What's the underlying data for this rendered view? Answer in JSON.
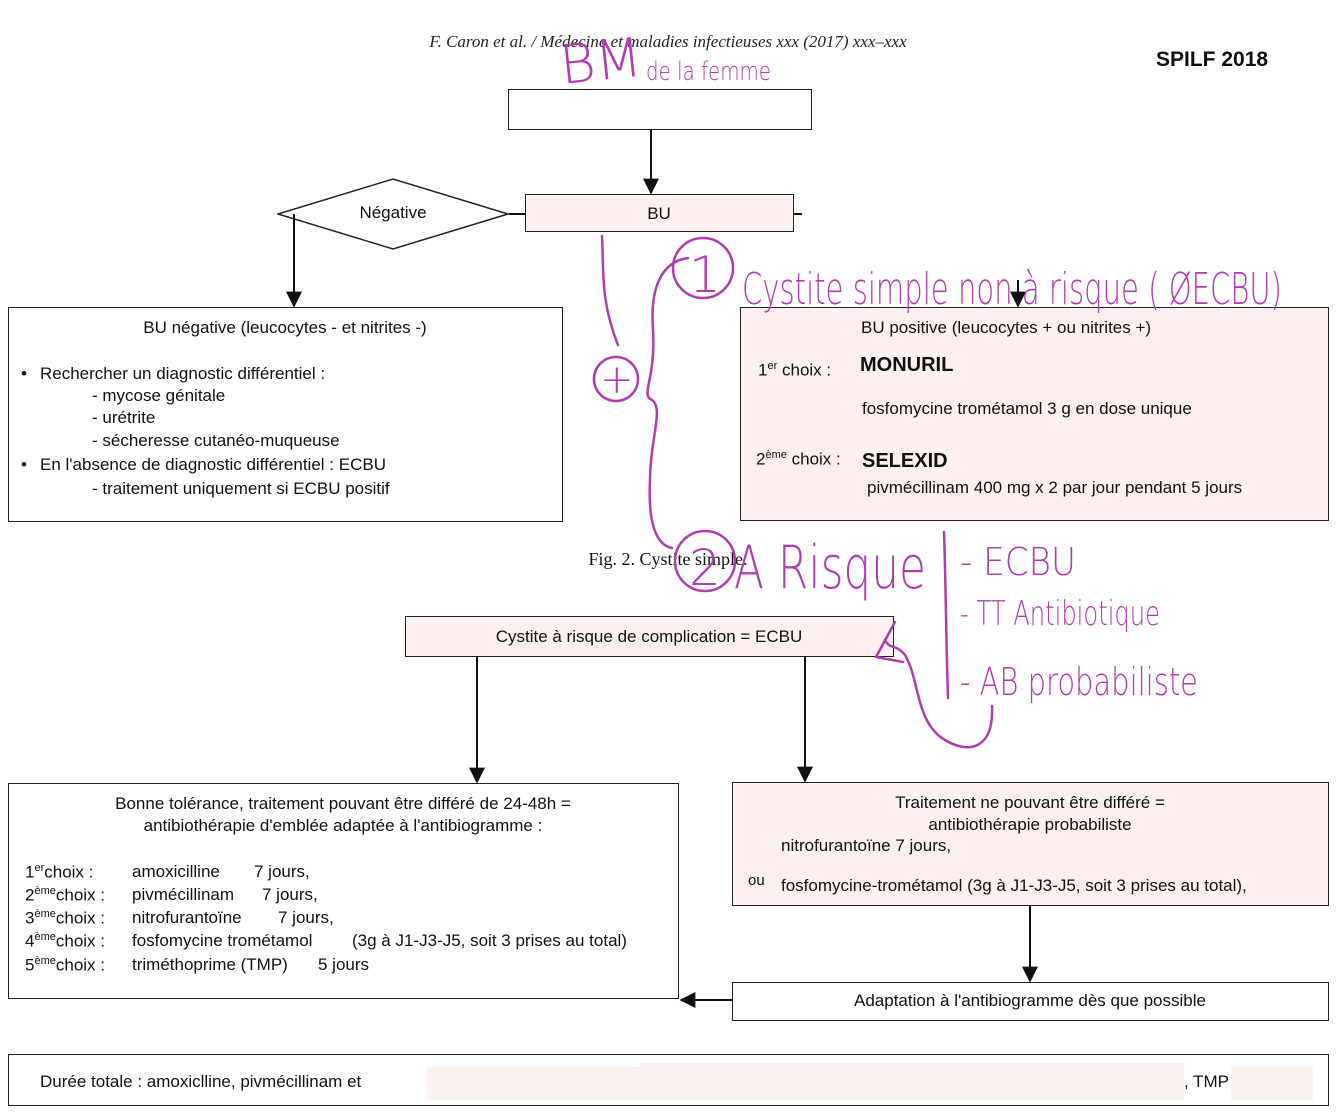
{
  "header": {
    "citation": "F. Caron et al. / Médecine et maladies infectieuses xxx (2017) xxx–xxx",
    "stamp": "SPILF 2018"
  },
  "figure2": {
    "decision": "Négative",
    "bu_label": "BU",
    "negative_box": {
      "title": "BU négative (leucocytes - et nitrites -)",
      "bullet1": "Rechercher un diagnostic différentiel :",
      "sub1": "- mycose génitale",
      "sub2": "- urétrite",
      "sub3": "- sécheresse cutanéo-muqueuse",
      "bullet2": "En l'absence de diagnostic différentiel : ECBU",
      "sub4": "- traitement uniquement si ECBU positif"
    },
    "positive_box": {
      "title": "BU positive (leucocytes + ou nitrites +)",
      "choice1_num": "1",
      "choice1_sup": "er",
      "choice1_label": "choix :",
      "choice1_drug": "MONURIL",
      "choice1_detail": "fosfomycine trométamol 3 g en dose unique",
      "choice2_num": "2",
      "choice2_sup": "ème",
      "choice2_label": "choix :",
      "choice2_drug": "SELEXID",
      "choice2_detail": "pivmécillinam 400 mg x 2 par jour pendant 5 jours"
    },
    "caption": "Fig. 2. Cystite simple."
  },
  "figure3": {
    "top_box": "Cystite à risque de complication = ECBU",
    "left_box": {
      "line1": "Bonne tolérance, traitement pouvant être différé de 24-48h =",
      "line2": "antibiothérapie d'emblée adaptée à l'antibiogramme :",
      "rows": [
        {
          "num": "1",
          "sup": "er",
          "label": "choix :",
          "drug": "amoxicilline",
          "detail": "7 jours,"
        },
        {
          "num": "2",
          "sup": "ème",
          "label": "choix :",
          "drug": "pivmécillinam",
          "detail": "7 jours,"
        },
        {
          "num": "3",
          "sup": "ème",
          "label": "choix :",
          "drug": "nitrofurantoïne",
          "detail": "7 jours,"
        },
        {
          "num": "4",
          "sup": "ème",
          "label": "choix :",
          "drug": "fosfomycine trométamol",
          "detail": "(3g à J1-J3-J5, soit 3 prises au total)"
        },
        {
          "num": "5",
          "sup": "ème",
          "label": "choix :",
          "drug": "triméthoprime (TMP)",
          "detail": "5 jours"
        }
      ]
    },
    "right_box": {
      "line1": "Traitement ne pouvant être différé =",
      "line2": "antibiothérapie probabiliste",
      "line3": "nitrofurantoïne 7 jours,",
      "or": "ou",
      "line4": "fosfomycine-trométamol (3g à J1-J3-J5, soit 3 prises au total),"
    },
    "adapt_box": "Adaptation à l'antibiogramme dès que possible",
    "duration": "Durée totale : amoxiclline, pivmécillinam et",
    "duration_end": ", TMP"
  },
  "handwriting": {
    "title_a": "BM",
    "title_b": "de la femme",
    "plus": "+",
    "branch1_num": "1",
    "branch1": "Cystite simple non à risque ( ØECBU)",
    "branch2_num": "2",
    "branch2": "A Risque",
    "list1": "- ECBU",
    "list2": "- TT Antibiotique",
    "list3": "- AB probabiliste"
  },
  "colors": {
    "ink": "#b03cb0",
    "box_fill": "#fcefee",
    "line": "#111111"
  }
}
